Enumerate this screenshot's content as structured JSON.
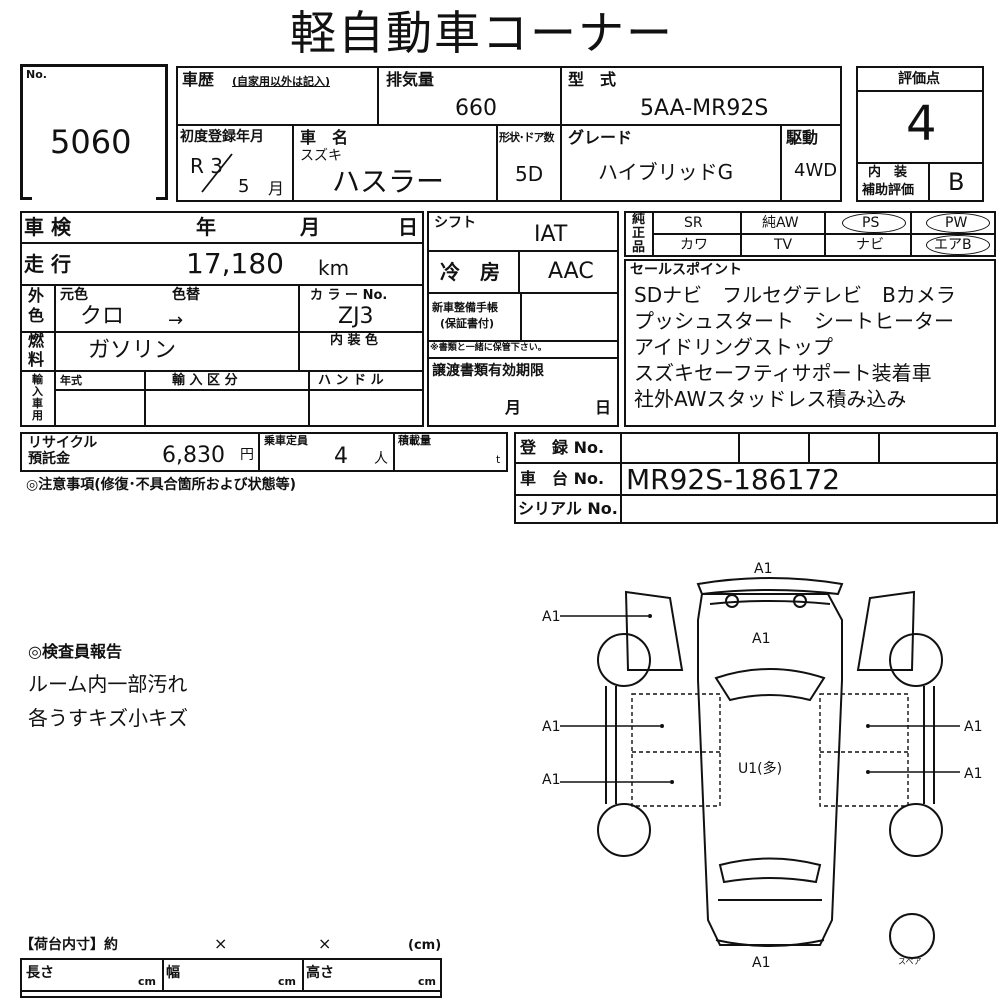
{
  "title": "軽自動車コーナー",
  "lot": {
    "label": "No.",
    "value": "5060"
  },
  "history": {
    "label": "車歴",
    "note": "(自家用以外は記入)"
  },
  "displacement": {
    "label": "排気量",
    "value": "660"
  },
  "model": {
    "label": "型　式",
    "value": "5AA-MR92S"
  },
  "first_reg": {
    "label": "初度登録年月",
    "year": "R 3",
    "month": "5",
    "month_unit": "月"
  },
  "car_name": {
    "label": "車　名",
    "maker": "スズキ",
    "name": "ハスラー"
  },
  "doors": {
    "label": "形状･ドア数",
    "value": "5D"
  },
  "grade": {
    "label": "グレード",
    "value": "ハイブリッドG"
  },
  "drive": {
    "label": "駆動",
    "value": "4WD"
  },
  "rating": {
    "label": "評価点",
    "value": "4",
    "interior_label_1": "内　装",
    "interior_label_2": "補助評価",
    "interior_value": "B"
  },
  "inspection": {
    "label": "車 検",
    "year": "年",
    "month": "月",
    "day": "日"
  },
  "mileage": {
    "label": "走 行",
    "value": "17,180",
    "unit": "km"
  },
  "color": {
    "label_1": "外",
    "label_2": "色",
    "orig_label": "元色",
    "change_label": "色替",
    "orig_value": "クロ",
    "arrow": "→",
    "code_label": "カ ラ ー No.",
    "code_value": "ZJ3",
    "interior_label": "内 装 色"
  },
  "fuel": {
    "label_1": "燃",
    "label_2": "料",
    "value": "ガソリン"
  },
  "import": {
    "label_1": "輸",
    "label_2": "入",
    "label_3": "車",
    "label_4": "用",
    "year_label": "年式",
    "class_label": "輸 入 区 分",
    "handle_label": "ハ ン ド ル"
  },
  "shift": {
    "label": "シフト",
    "value": "IAT"
  },
  "ac": {
    "label": "冷　房",
    "value": "AAC"
  },
  "warranty": {
    "label_1": "新車整備手帳",
    "label_2": "(保証書付)",
    "note": "※書類と一緒に保管下さい。"
  },
  "transfer": {
    "label": "譲渡書類有効期限",
    "month": "月",
    "day": "日"
  },
  "genuine": {
    "label_1": "純",
    "label_2": "正",
    "label_3": "品",
    "items": [
      "SR",
      "純AW",
      "PS",
      "PW",
      "カワ",
      "TV",
      "ナビ",
      "エアB"
    ]
  },
  "sales_points": {
    "label": "セールスポイント",
    "lines": [
      "SDナビ　フルセグテレビ　Bカメラ",
      "プッシュスタート　シートヒーター",
      "アイドリングストップ",
      "スズキセーフティサポート装着車",
      "社外AWスタッドレス積み込み"
    ]
  },
  "recycle": {
    "label_1": "リサイクル",
    "label_2": "預託金",
    "value": "6,830",
    "unit": "円"
  },
  "capacity": {
    "label": "乗車定員",
    "value": "4",
    "unit": "人"
  },
  "load": {
    "label": "積載量",
    "unit": "t"
  },
  "notes_label": "◎注意事項(修復･不具合箇所および状態等)",
  "registration": {
    "label": "登　録 No."
  },
  "chassis": {
    "label": "車　台 No.",
    "value": "MR92S-186172"
  },
  "serial": {
    "label": "シリアル No."
  },
  "inspector": {
    "label": "◎検査員報告",
    "lines": [
      "ルーム内一部汚れ",
      "各うすキズ小キズ"
    ]
  },
  "diagram": {
    "marks": {
      "front": "A1",
      "left_door_top": "A1",
      "roof": "A1",
      "left_front": "A1",
      "right_front": "A1",
      "left_rear": "A1",
      "right_rear": "A1",
      "interior": "U1(多)",
      "rear": "A1"
    },
    "spare": "スペア"
  },
  "cargo": {
    "label": "【荷台内寸】約",
    "x1": "×",
    "x2": "×",
    "unit": "(cm)",
    "length": "長さ",
    "width": "幅",
    "height": "高さ",
    "cm": "cm"
  }
}
